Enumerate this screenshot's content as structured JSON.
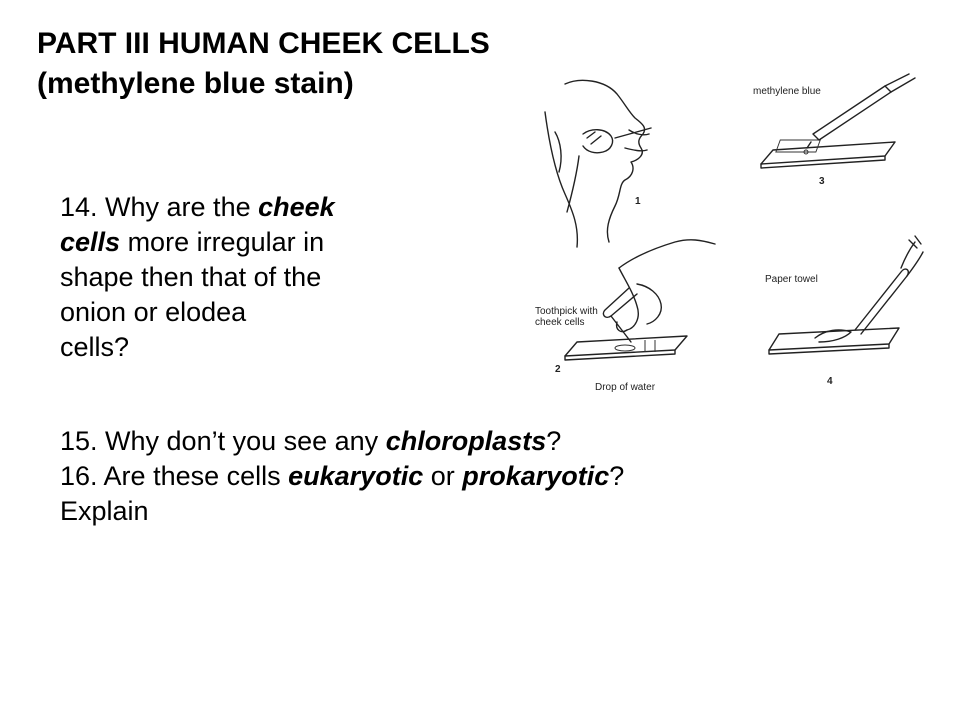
{
  "title": {
    "line1": "PART III HUMAN CHEEK CELLS",
    "line2": "(methylene blue stain)"
  },
  "question14": {
    "l1_a": "14. Why are the ",
    "l1_b": "cheek",
    "l2_a": "cells",
    "l2_b": " more irregular  in",
    "l3": "shape then that of the",
    "l4": "onion or elodea",
    "l5": "cells?"
  },
  "question15": {
    "a": "15. Why don’t you see any ",
    "b": "chloroplasts",
    "c": "?"
  },
  "question16": {
    "a": "16. Are these cells ",
    "b": "eukaryotic",
    "c": " or ",
    "d": "prokaryotic",
    "e": "?",
    "f": "Explain"
  },
  "figure": {
    "label_methylene": "methylene blue",
    "label_toothpick_1": "Toothpick with",
    "label_toothpick_2": "cheek cells",
    "label_drop": "Drop of water",
    "label_paper": "Paper towel",
    "step1": "1",
    "step2": "2",
    "step3": "3",
    "step4": "4"
  }
}
